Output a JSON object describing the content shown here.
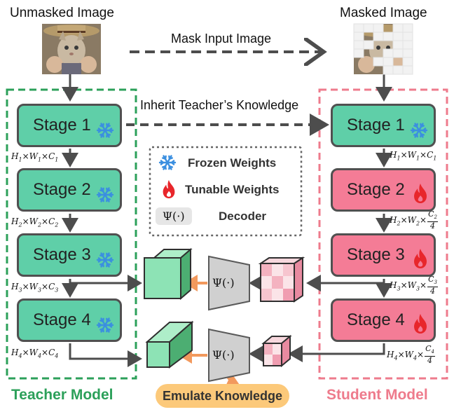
{
  "top": {
    "unmasked_title": "Unmasked Image",
    "masked_title": "Masked Image",
    "mask_arrow_label": "Mask Input Image",
    "inherit_label": "Inherit Teacher’s Knowledge"
  },
  "teacher": {
    "label": "Teacher Model",
    "stages": [
      "Stage 1",
      "Stage 2",
      "Stage 3",
      "Stage 4"
    ],
    "color": "#5fcfa8",
    "border_color": "#2ca05a"
  },
  "student": {
    "label": "Student Model",
    "stages": [
      "Stage 1",
      "Stage 2",
      "Stage 3",
      "Stage 4"
    ],
    "color": "#f47c96",
    "border_color": "#ee7b8c"
  },
  "legend": {
    "frozen": "Frozen Weights",
    "tunable": "Tunable Weights",
    "decoder_symbol": "Ψ(·)",
    "decoder": "Decoder"
  },
  "decoder_label": "Ψ(·)",
  "emulate_label": "Emulate Knowledge",
  "icons": {
    "frozen": "snowflake-icon",
    "tunable": "flame-icon"
  },
  "colors": {
    "frozen_icon": "#3b8fe0",
    "flame_icon": "#e8262b",
    "feature_green": "#8de3b5",
    "feature_pink": "#f7c5cf",
    "orange_arrow": "#f2995d",
    "arrow_gray": "#4d4d4d"
  }
}
